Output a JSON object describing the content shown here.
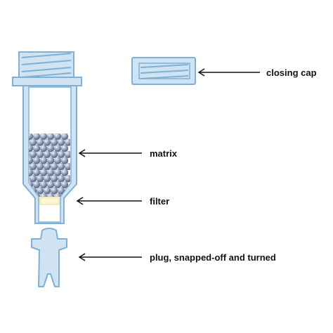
{
  "labels": {
    "closing_cap": "closing cap",
    "matrix": "matrix",
    "filter": "filter",
    "plug": "plug, snapped-off and turned"
  },
  "colors": {
    "tube_fill": "#cfe3f2",
    "outline": "#7fb0d5",
    "bead": "#9aa7c0",
    "filter": "#fbf7d2",
    "text": "#111111"
  }
}
